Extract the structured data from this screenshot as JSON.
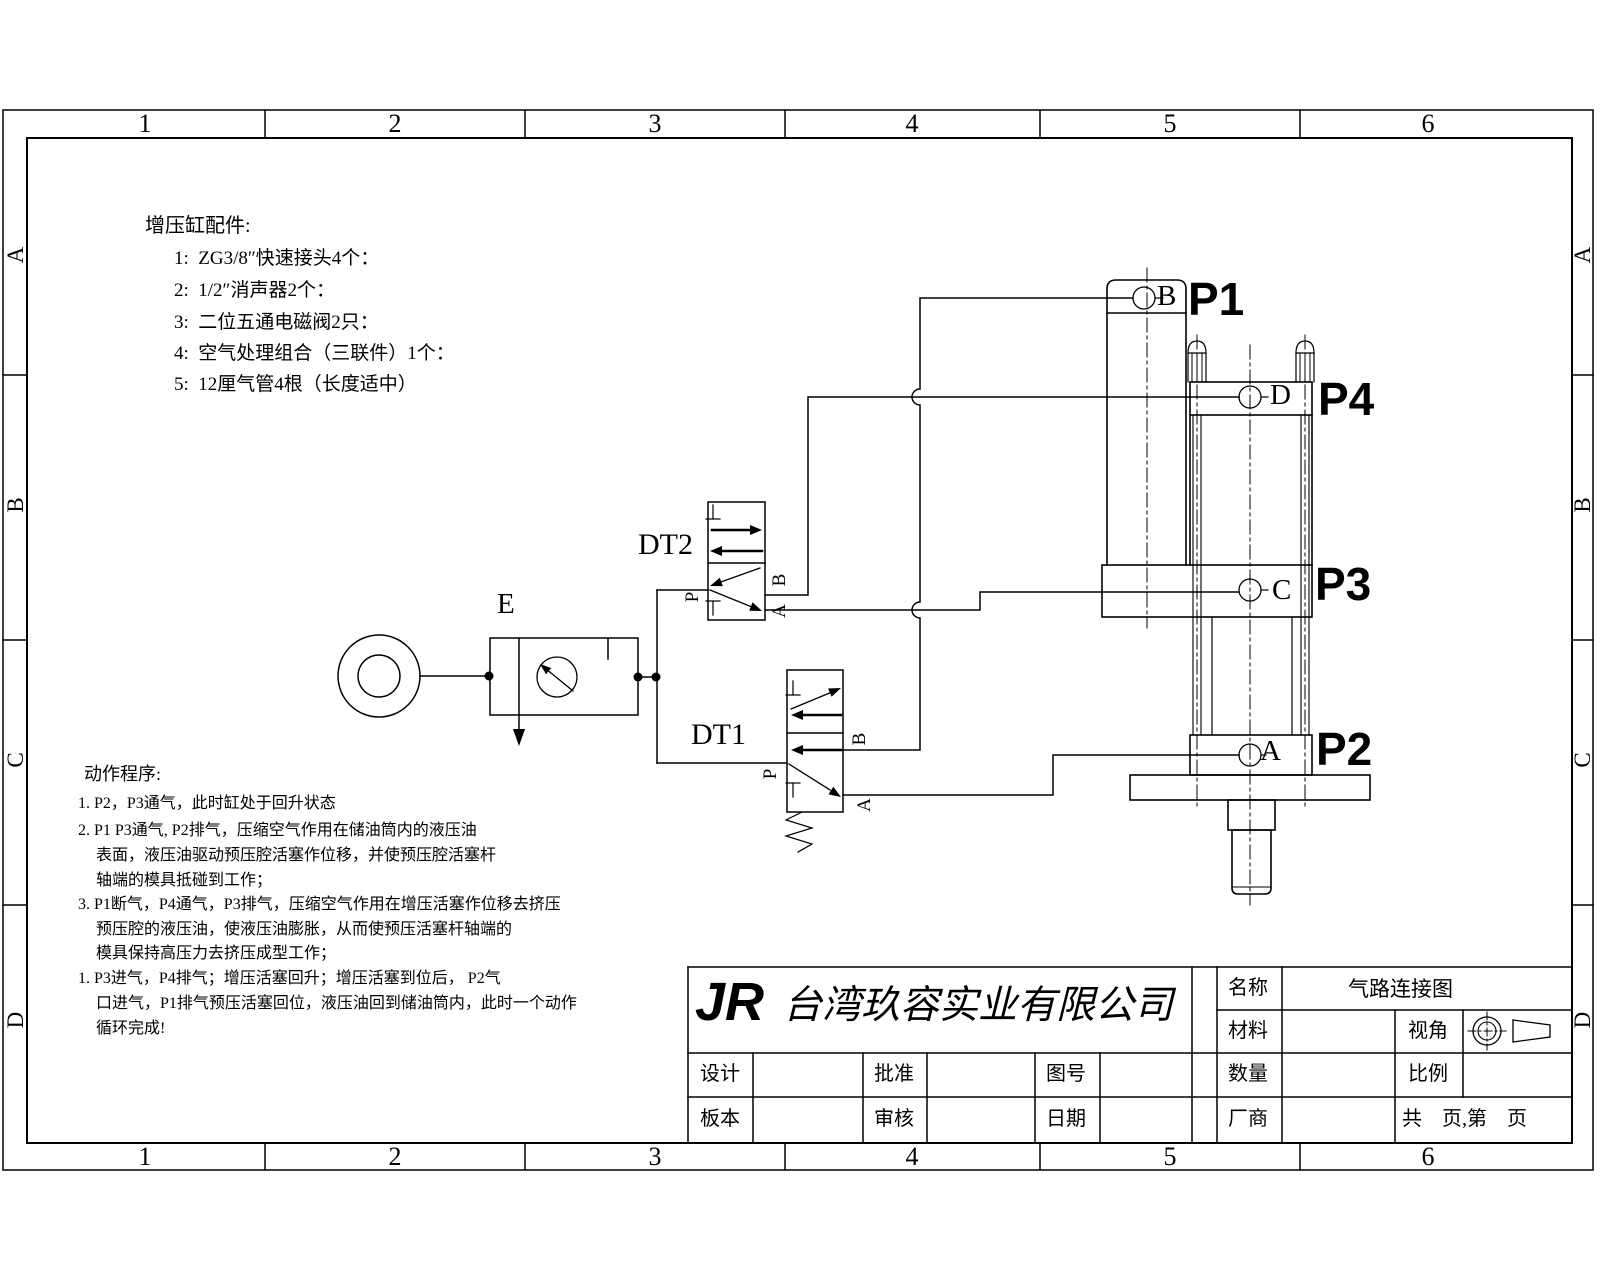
{
  "frame": {
    "cols": [
      "1",
      "2",
      "3",
      "4",
      "5",
      "6"
    ],
    "rows": [
      "A",
      "B",
      "C",
      "D"
    ]
  },
  "accessories": {
    "title": "增压缸配件:",
    "items": [
      "1:  ZG3/8″快速接头4个：",
      "2:  1/2″消声器2个：",
      "3:  二位五通电磁阀2只：",
      "4:  空气处理组合（三联件）1个：",
      "5:  12厘气管4根（长度适中）"
    ]
  },
  "procedure": {
    "title": "动作程序:",
    "lines": [
      "1. P2，P3通气，此时缸处于回升状态",
      "2. P1 P3通气, P2排气，压缩空气作用在储油筒内的液压油",
      "表面，液压油驱动预压腔活塞作位移，并使预压腔活塞杆",
      "轴端的模具抵碰到工作；",
      "3. P1断气，P4通气，P3排气，压缩空气作用在增压活塞作位移去挤压",
      "预压腔的液压油，使液压油膨胀，从而使预压活塞杆轴端的",
      "模具保持高压力去挤压成型工作；",
      "1. P3进气，P4排气；增压活塞回升；增压活塞到位后， P2气",
      "口进气，P1排气预压活塞回位，液压油回到储油筒内，此时一个动作",
      "循环完成!"
    ]
  },
  "schematic": {
    "valve_dt1": "DT1",
    "valve_dt2": "DT2",
    "filter_label": "E",
    "port_p": "P",
    "port_a": "A",
    "port_b": "B",
    "port_c": "C",
    "port_d": "D",
    "label_p1": "P1",
    "label_p2": "P2",
    "label_p3": "P3",
    "label_p4": "P4"
  },
  "titleblock": {
    "logo": "JR",
    "company": "台湾玖容实业有限公司",
    "name_label": "名称",
    "name_value": "气路连接图",
    "material_label": "材料",
    "view_label": "视角",
    "qty_label": "数量",
    "scale_label": "比例",
    "vendor_label": "厂商",
    "pages_label": "共　页,第　页",
    "design_label": "设计",
    "approve_label": "批准",
    "drawno_label": "图号",
    "version_label": "板本",
    "review_label": "审核",
    "date_label": "日期"
  }
}
